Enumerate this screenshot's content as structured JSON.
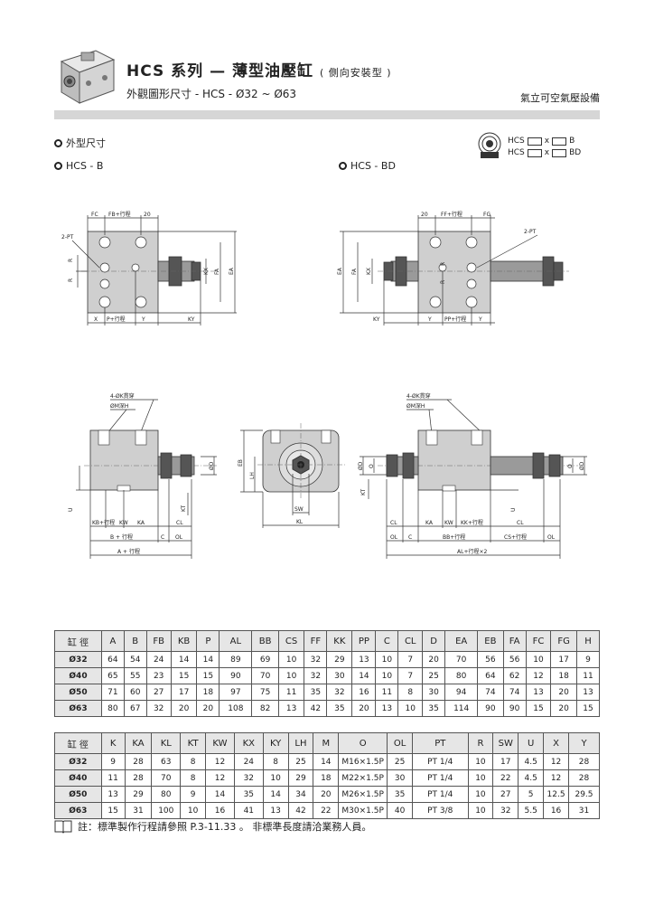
{
  "header": {
    "title_main": "HCS 系列 — 薄型油壓缸",
    "title_paren": "( 側向安裝型 )",
    "subtitle": "外觀圖形尺寸  -  HCS - Ø32 ~ Ø63",
    "category": "氣立可空氣壓設備"
  },
  "sections": {
    "outline": "外型尺寸",
    "hcs_b": "HCS - B",
    "hcs_bd": "HCS - BD"
  },
  "model_codes": {
    "row1_prefix": "HCS",
    "row1_x": "x",
    "row1_suffix": "B",
    "row2_prefix": "HCS",
    "row2_x": "x",
    "row2_suffix": "BD"
  },
  "drawing_labels": {
    "fc": "FC",
    "fb_stroke": "FB+行程",
    "twenty": "20",
    "two_pt": "2-PT",
    "r": "R",
    "kx": "KX",
    "fa": "FA",
    "ea": "EA",
    "x": "X",
    "p_stroke": "P+行程",
    "y": "Y",
    "ky": "KY",
    "ff_stroke": "FF+行程",
    "fg": "FG",
    "pp_stroke": "PP+行程",
    "k_thru": "4-ØK貫穿",
    "m_deep": "ØM深H",
    "od": "ØD",
    "o": "O",
    "u": "U",
    "kt": "KT",
    "kb_stroke": "KB+行程",
    "kw": "KW",
    "ka": "KA",
    "cl": "CL",
    "b_stroke": "B + 行程",
    "c": "C",
    "ol": "OL",
    "a_stroke": "A + 行程",
    "eb": "EB",
    "lh": "LH",
    "sw": "SW",
    "kl": "KL",
    "kk_stroke": "KK+行程",
    "bb_stroke": "BB+行程",
    "cs_stroke": "CS+行程",
    "al_stroke": "AL+行程×2"
  },
  "table1": {
    "headers": [
      "缸 徑",
      "A",
      "B",
      "FB",
      "KB",
      "P",
      "AL",
      "BB",
      "CS",
      "FF",
      "KK",
      "PP",
      "C",
      "CL",
      "D",
      "EA",
      "EB",
      "FA",
      "FC",
      "FG",
      "H"
    ],
    "rows": [
      [
        "Ø32",
        "64",
        "54",
        "24",
        "14",
        "14",
        "89",
        "69",
        "10",
        "32",
        "29",
        "13",
        "10",
        "7",
        "20",
        "70",
        "56",
        "56",
        "10",
        "17",
        "9"
      ],
      [
        "Ø40",
        "65",
        "55",
        "23",
        "15",
        "15",
        "90",
        "70",
        "10",
        "32",
        "30",
        "14",
        "10",
        "7",
        "25",
        "80",
        "64",
        "62",
        "12",
        "18",
        "11"
      ],
      [
        "Ø50",
        "71",
        "60",
        "27",
        "17",
        "18",
        "97",
        "75",
        "11",
        "35",
        "32",
        "16",
        "11",
        "8",
        "30",
        "94",
        "74",
        "74",
        "13",
        "20",
        "13"
      ],
      [
        "Ø63",
        "80",
        "67",
        "32",
        "20",
        "20",
        "108",
        "82",
        "13",
        "42",
        "35",
        "20",
        "13",
        "10",
        "35",
        "114",
        "90",
        "90",
        "15",
        "20",
        "15"
      ]
    ]
  },
  "table2": {
    "headers": [
      "缸 徑",
      "K",
      "KA",
      "KL",
      "KT",
      "KW",
      "KX",
      "KY",
      "LH",
      "M",
      "O",
      "OL",
      "PT",
      "R",
      "SW",
      "U",
      "X",
      "Y"
    ],
    "rows": [
      [
        "Ø32",
        "9",
        "28",
        "63",
        "8",
        "12",
        "24",
        "8",
        "25",
        "14",
        "M16×1.5P",
        "25",
        "PT 1/4",
        "10",
        "17",
        "4.5",
        "12",
        "28"
      ],
      [
        "Ø40",
        "11",
        "28",
        "70",
        "8",
        "12",
        "32",
        "10",
        "29",
        "18",
        "M22×1.5P",
        "30",
        "PT 1/4",
        "10",
        "22",
        "4.5",
        "12",
        "28"
      ],
      [
        "Ø50",
        "13",
        "29",
        "80",
        "9",
        "14",
        "35",
        "14",
        "34",
        "20",
        "M26×1.5P",
        "35",
        "PT 1/4",
        "10",
        "27",
        "5",
        "12.5",
        "29.5"
      ],
      [
        "Ø63",
        "15",
        "31",
        "100",
        "10",
        "16",
        "41",
        "13",
        "42",
        "22",
        "M30×1.5P",
        "40",
        "PT 3/8",
        "10",
        "32",
        "5.5",
        "16",
        "31"
      ]
    ]
  },
  "note": "註：標準製作行程請參照 P.3-11.33 。 非標準長度請洽業務人員。",
  "colors": {
    "header_bar": "#d6d6d6",
    "table_head": "#e6e6e6",
    "body_gray": "#cfcfcf",
    "rod_gray": "#9a9a9a"
  },
  "icons": [
    "cylinder-product-icon",
    "section-bullet-icon",
    "model-badge-icon",
    "book-icon"
  ]
}
